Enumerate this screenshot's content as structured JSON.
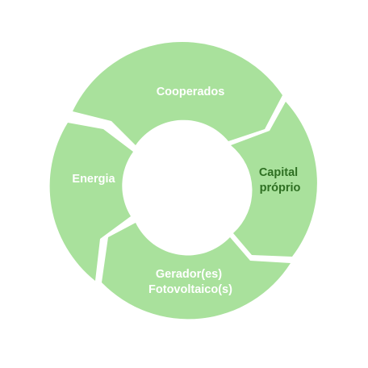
{
  "diagram": {
    "segments": [
      {
        "label_lines": [
          "Cooperados"
        ],
        "fill": "#a9e19c",
        "text_color": "#ffffff"
      },
      {
        "label_lines": [
          "Capital",
          "próprio"
        ],
        "fill": "#a9e19c",
        "text_color": "#2e6f22"
      },
      {
        "label_lines": [
          "Gerador(es)",
          "Fotovoltaico(s)"
        ],
        "fill": "#a9e19c",
        "text_color": "#ffffff"
      },
      {
        "label_lines": [
          "Energia"
        ],
        "fill": "#a9e19c",
        "text_color": "#ffffff"
      }
    ]
  }
}
